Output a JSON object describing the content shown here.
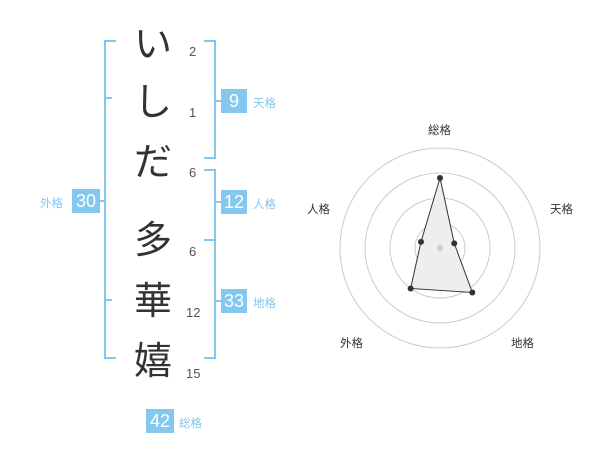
{
  "name": {
    "surname": [
      {
        "char": "い",
        "strokes": "2"
      },
      {
        "char": "し",
        "strokes": "1"
      },
      {
        "char": "だ",
        "strokes": "6"
      }
    ],
    "given": [
      {
        "char": "多",
        "strokes": "6"
      },
      {
        "char": "華",
        "strokes": "12"
      },
      {
        "char": "嬉",
        "strokes": "15"
      }
    ]
  },
  "fortunes": {
    "tenkaku": {
      "label": "天格",
      "value": "9"
    },
    "jinkaku": {
      "label": "人格",
      "value": "12"
    },
    "chikaku": {
      "label": "地格",
      "value": "33"
    },
    "gaikaku": {
      "label": "外格",
      "value": "30"
    },
    "soukaku": {
      "label": "総格",
      "value": "42"
    }
  },
  "colors": {
    "accent": "#84c7ef",
    "text": "#333333",
    "grid": "#cccccc"
  },
  "chart_data": {
    "type": "radar",
    "axes": [
      "総格",
      "天格",
      "地格",
      "外格",
      "人格"
    ],
    "values": [
      42,
      9,
      33,
      30,
      12
    ],
    "max": 60,
    "rings": 4,
    "grid": true,
    "fill": "#eeeeee"
  }
}
